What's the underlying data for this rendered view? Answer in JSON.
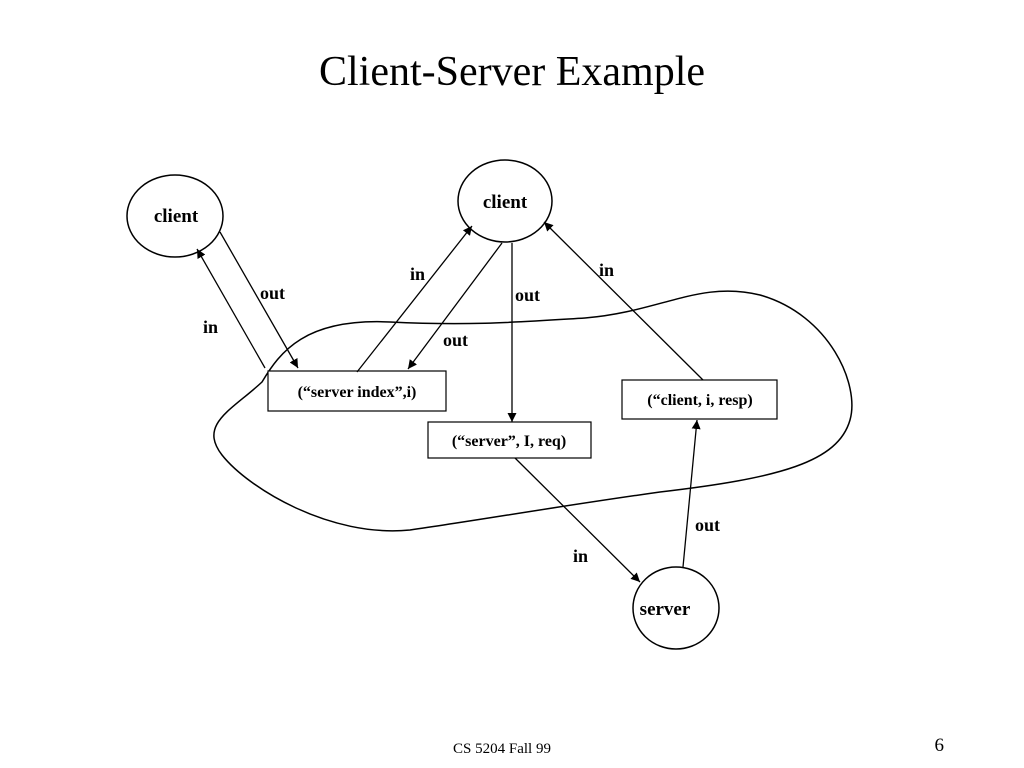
{
  "slide": {
    "title": "Client-Server Example",
    "footer_course": "CS 5204 Fall 99",
    "page_number": "6"
  },
  "diagram": {
    "nodes": [
      {
        "id": "client-left",
        "label": "client"
      },
      {
        "id": "client-center",
        "label": "client"
      },
      {
        "id": "server",
        "label": "server"
      }
    ],
    "tuples": [
      {
        "id": "tuple-server-index",
        "label": "(“server index”,i)"
      },
      {
        "id": "tuple-server-request",
        "label": "(“server”, I, req)"
      },
      {
        "id": "tuple-client-response",
        "label": "(“client, i, resp)"
      }
    ],
    "edge_labels": {
      "left_out": "out",
      "left_in": "in",
      "center_in": "in",
      "center_out_index": "out",
      "center_out_request": "out",
      "server_in": "in",
      "server_out": "out",
      "response_in": "in"
    }
  }
}
